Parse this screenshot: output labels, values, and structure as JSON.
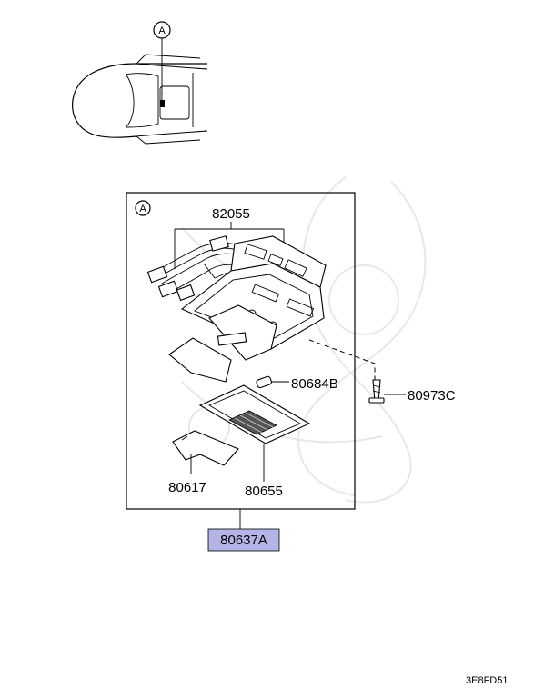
{
  "callout_view": "A",
  "detail_view": "A",
  "parts": {
    "wiring": "82055",
    "bulb": "80684B",
    "screw": "80973C",
    "bracket": "80617",
    "lens": "80655"
  },
  "assembly_part": "80637A",
  "highlight_color": "#b4b4e6",
  "diagram_code": "3E8FD51"
}
